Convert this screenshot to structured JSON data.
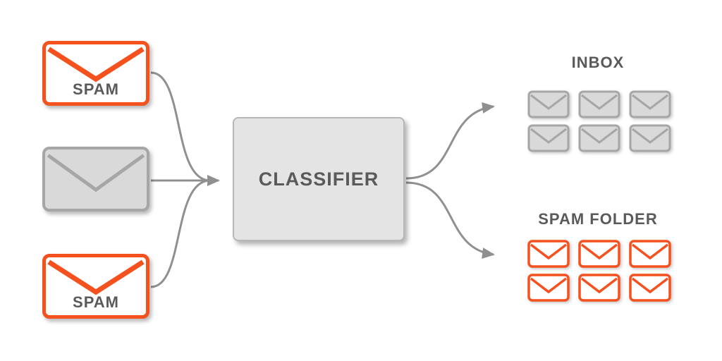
{
  "inputs": [
    {
      "label": "SPAM",
      "type": "spam"
    },
    {
      "label": "",
      "type": "normal"
    },
    {
      "label": "SPAM",
      "type": "spam"
    }
  ],
  "classifier": {
    "label": "CLASSIFIER"
  },
  "outputs": {
    "inbox": {
      "title": "INBOX",
      "envelope_count": 6,
      "envelope_type": "normal"
    },
    "spam_folder": {
      "title": "SPAM FOLDER",
      "envelope_count": 6,
      "envelope_type": "spam"
    }
  },
  "colors": {
    "spam_orange": "#f4511e",
    "envelope_gray_fill": "#d9d9d9",
    "envelope_gray_border": "#a6a6a6",
    "box_fill": "#e4e4e4",
    "box_border": "#b7b7b7",
    "label_text": "#5a5a5a",
    "connector_gray": "#909090",
    "background": "#ffffff"
  }
}
